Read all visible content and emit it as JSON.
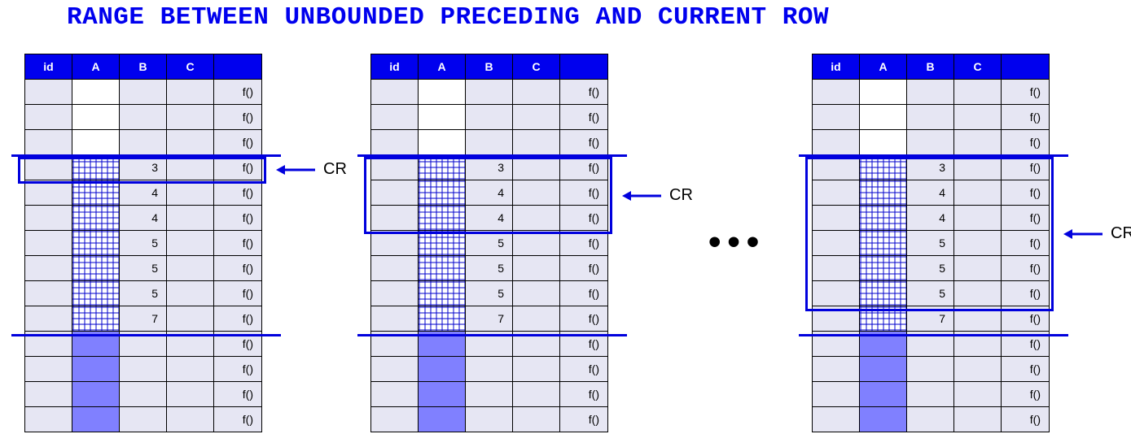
{
  "title": "RANGE BETWEEN UNBOUNDED PRECEDING AND CURRENT ROW",
  "headers": [
    "id",
    "A",
    "B",
    "C",
    ""
  ],
  "function_label": "f()",
  "b_values": [
    "",
    "",
    "",
    "3",
    "4",
    "4",
    "5",
    "5",
    "5",
    "7",
    "",
    "",
    "",
    ""
  ],
  "a_column_states": [
    "empty",
    "empty",
    "empty",
    "hatch",
    "hatch",
    "hatch",
    "hatch",
    "hatch",
    "hatch",
    "hatch",
    "fill",
    "fill",
    "fill",
    "fill"
  ],
  "windows": [
    {
      "frame_rows": [
        3,
        3
      ],
      "cr_label": "CR"
    },
    {
      "frame_rows": [
        3,
        5
      ],
      "cr_label": "CR"
    },
    {
      "frame_rows": [
        3,
        8
      ],
      "cr_label": "CR"
    }
  ],
  "partition_rows": [
    3,
    9
  ],
  "ellipsis": "•••",
  "colors": {
    "title": "#0000ee",
    "header_bg": "#0000ee",
    "cell_bg": "#e6e6f3",
    "hatch": "#0000cc",
    "fill": "#8080ff",
    "frame": "#0000dd"
  }
}
